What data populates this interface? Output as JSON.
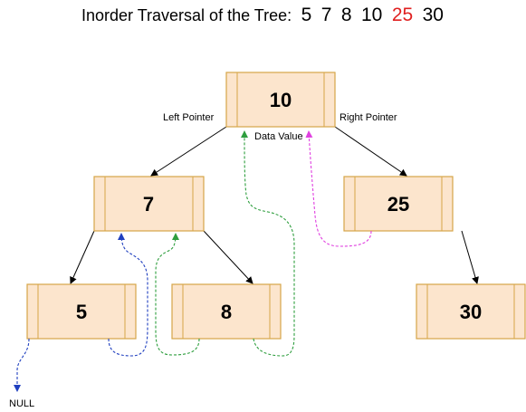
{
  "title": {
    "prefix": "Inorder Traversal of the Tree:",
    "sequence": [
      "5",
      "7",
      "8",
      "10",
      "25",
      "30"
    ],
    "highlight_index": 4,
    "highlight_color": "#e02020"
  },
  "nodes": [
    {
      "id": "node-10",
      "value": "10"
    },
    {
      "id": "node-7",
      "value": "7"
    },
    {
      "id": "node-25",
      "value": "25"
    },
    {
      "id": "node-5",
      "value": "5"
    },
    {
      "id": "node-8",
      "value": "8"
    },
    {
      "id": "node-30",
      "value": "30"
    }
  ],
  "labels": {
    "left_pointer": "Left Pointer",
    "right_pointer": "Right Pointer",
    "data_value": "Data Value",
    "null": "NULL"
  },
  "colors": {
    "node_fill": "#fce5cd",
    "node_stroke": "#d6a548",
    "edge": "#000000",
    "path_blue": "#1f3fbf",
    "path_green": "#2e9e3e",
    "path_magenta": "#e040e0"
  }
}
